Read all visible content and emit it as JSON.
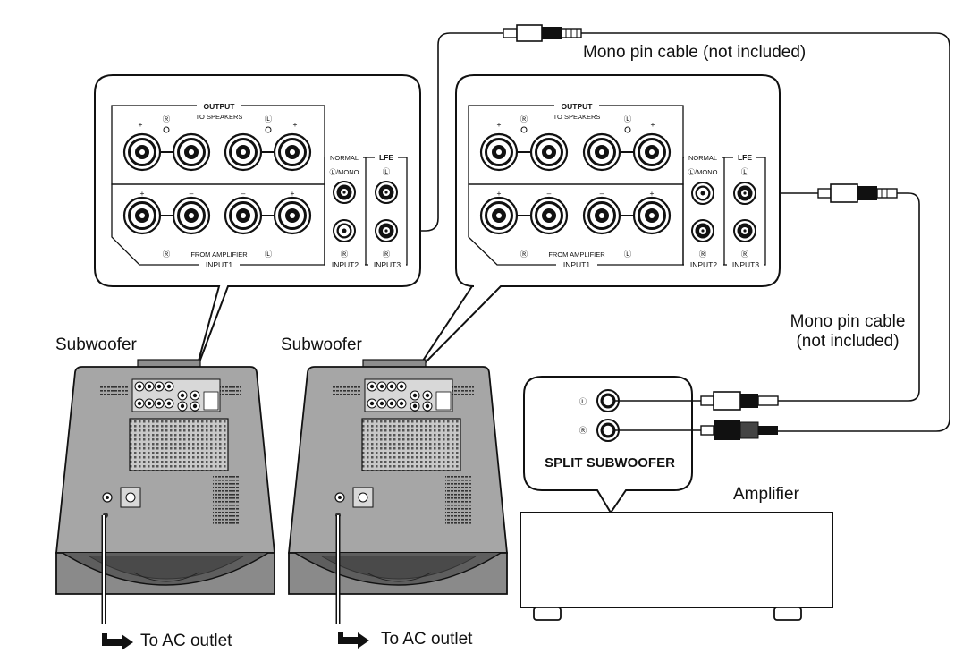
{
  "labels": {
    "mono_cable_top": "Mono pin cable (not included)",
    "mono_cable_right_line1": "Mono pin cable",
    "mono_cable_right_line2": "(not included)",
    "subwoofer_left": "Subwoofer",
    "subwoofer_right": "Subwoofer",
    "amplifier": "Amplifier",
    "ac_outlet_left": "To AC outlet",
    "ac_outlet_right": "To AC outlet"
  },
  "panel": {
    "output": "OUTPUT",
    "to_speakers": "TO SPEAKERS",
    "from_amplifier": "FROM AMPLIFIER",
    "input1": "INPUT1",
    "input2": "INPUT2",
    "input3": "INPUT3",
    "normal": "NORMAL",
    "lfe": "LFE",
    "l_mono": "Ⓛ/MONO",
    "mark_r": "Ⓡ",
    "mark_l": "Ⓛ",
    "plus": "+",
    "minus": "–"
  },
  "amp_panel": {
    "title": "SPLIT SUBWOOFER",
    "jack_l": "Ⓛ",
    "jack_r": "Ⓡ"
  },
  "colors": {
    "line": "#111111",
    "cabinet": "#a6a6a6",
    "cabinet_dark": "#7a7a7a",
    "white": "#ffffff"
  }
}
